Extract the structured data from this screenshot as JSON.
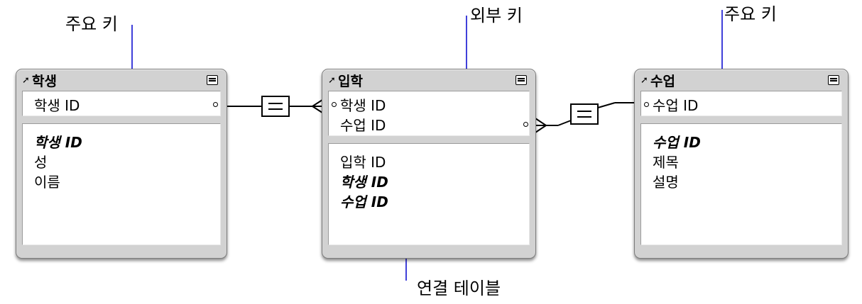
{
  "callouts": {
    "primary_key_left": "주요 키",
    "foreign_key": "외부 키",
    "primary_key_right": "주요 키",
    "join_table": "연결 테이블"
  },
  "tables": {
    "student": {
      "title": "학생",
      "key_fields": [
        "학생 ID"
      ],
      "fields": [
        {
          "name": "학생 ID",
          "italic": true
        },
        {
          "name": "성",
          "italic": false
        },
        {
          "name": "이름",
          "italic": false
        }
      ]
    },
    "enrollment": {
      "title": "입학",
      "key_fields": [
        "학생 ID",
        "수업 ID"
      ],
      "fields": [
        {
          "name": "입학 ID",
          "italic": false
        },
        {
          "name": "학생 ID",
          "italic": true
        },
        {
          "name": "수업 ID",
          "italic": true
        }
      ]
    },
    "class": {
      "title": "수업",
      "key_fields": [
        "수업 ID"
      ],
      "fields": [
        {
          "name": "수업 ID",
          "italic": true
        },
        {
          "name": "제목",
          "italic": false
        },
        {
          "name": "설명",
          "italic": false
        }
      ]
    }
  },
  "icons": {
    "table_arrow": "arrow-up-right-icon",
    "collapse": "collapse-toggle-icon",
    "relationship_equal": "equals-operator-icon",
    "crows_foot": "crows-foot-many-icon",
    "key_dot": "key-field-dot-icon"
  },
  "colors": {
    "callout_line": "#1010d0",
    "table_bg": "#d2d2d2",
    "section_bg": "#ffffff",
    "relation_line": "#000000"
  }
}
